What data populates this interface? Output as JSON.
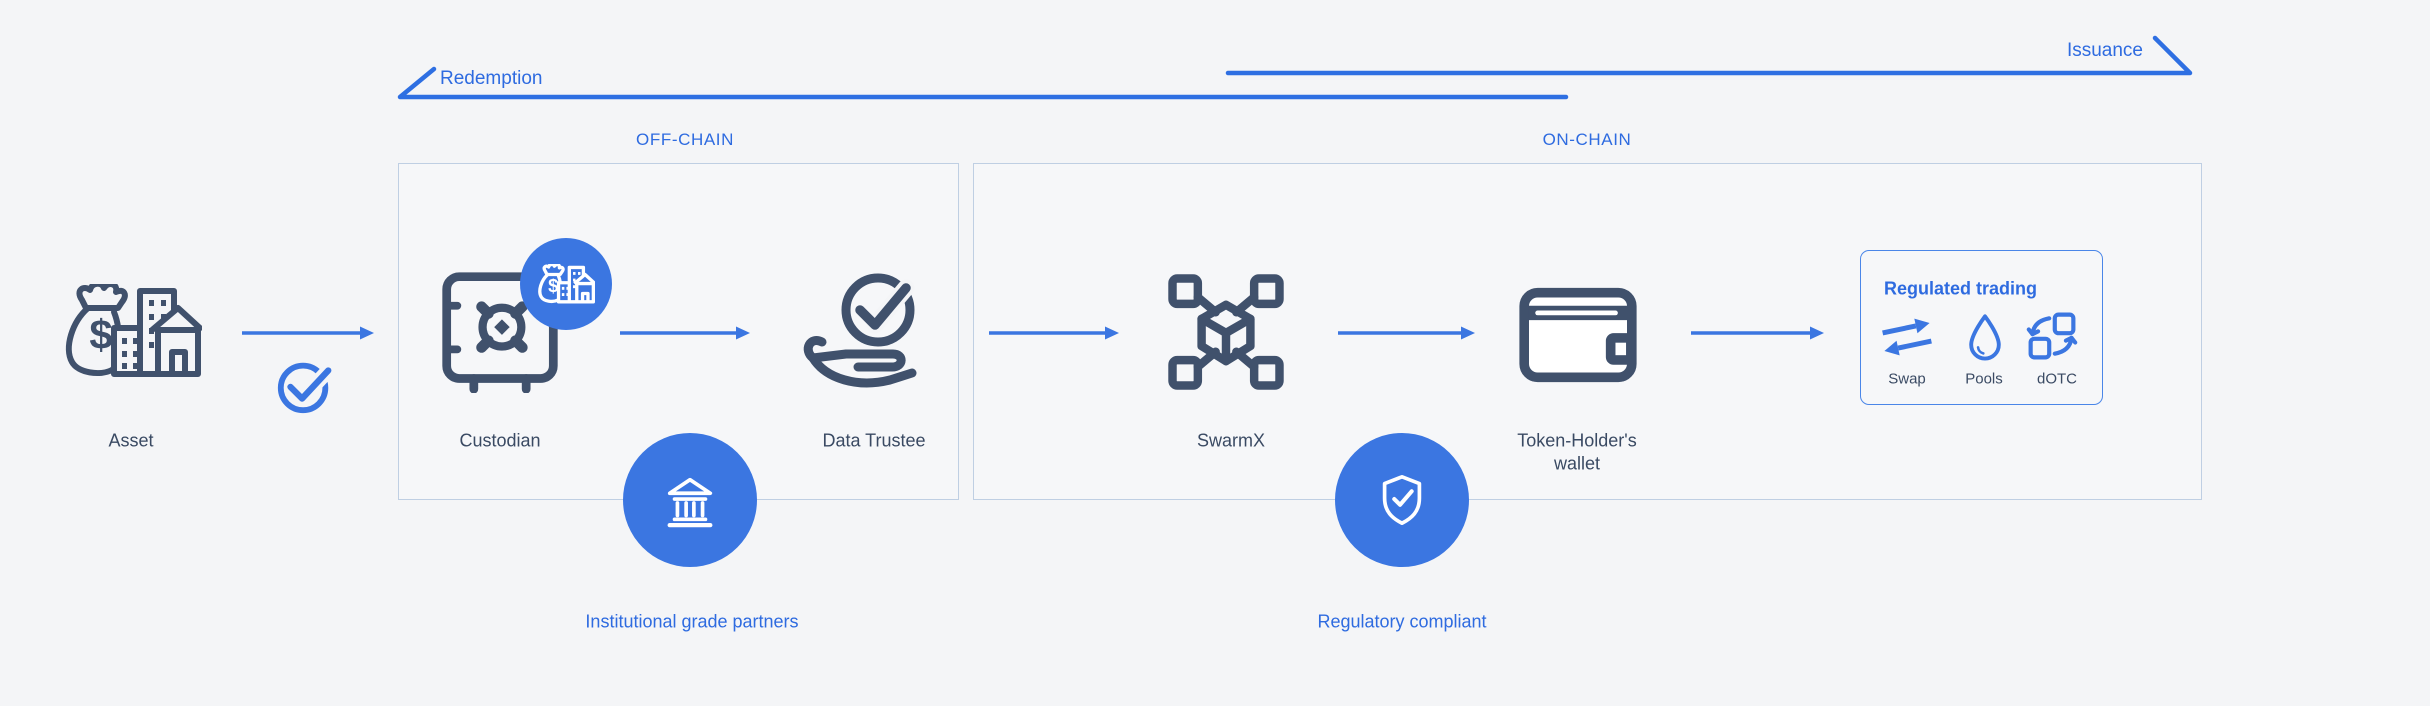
{
  "flows": {
    "redemption": "Redemption",
    "issuance": "Issuance"
  },
  "sections": {
    "offchain": "OFF-CHAIN",
    "onchain": "ON-CHAIN"
  },
  "nodes": {
    "asset": "Asset",
    "custodian": "Custodian",
    "data_trustee": "Data Trustee",
    "swarmx": "SwarmX",
    "wallet_line1": "Token-Holder's",
    "wallet_line2": "wallet"
  },
  "regulated_trading": {
    "title": "Regulated trading",
    "items": [
      {
        "label": "Swap",
        "icon": "swap-arrows-icon"
      },
      {
        "label": "Pools",
        "icon": "water-drop-icon"
      },
      {
        "label": "dOTC",
        "icon": "exchange-squares-icon"
      }
    ]
  },
  "badges": {
    "institutional": "Institutional grade partners",
    "regulatory": "Regulatory compliant"
  },
  "colors": {
    "background": "#f4f5f7",
    "icon_slate": "#40516c",
    "text_slate": "#3a4a63",
    "blue": "#3b76e1",
    "blue_text": "#2e6be0",
    "zone_border": "#bfcfe3",
    "trading_border": "#4a86e8"
  }
}
